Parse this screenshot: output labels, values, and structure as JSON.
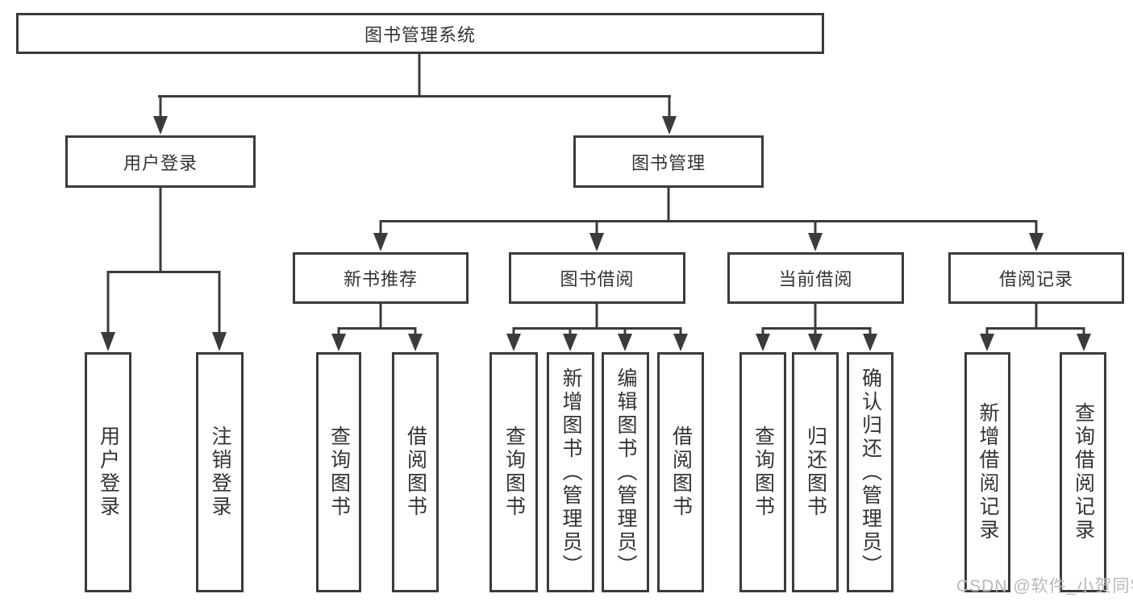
{
  "diagram_title": "图书管理系统",
  "colors": {
    "line": "#3b3b3b",
    "text": "#333333",
    "background": "#ffffff",
    "watermark": "#b9b9b9"
  },
  "tree": {
    "root": {
      "label": "图书管理系统"
    },
    "branches": [
      {
        "label": "用户登录",
        "leaves": [
          {
            "label": "用户登录"
          },
          {
            "label": "注销登录"
          }
        ]
      },
      {
        "label": "图书管理",
        "sections": [
          {
            "label": "新书推荐",
            "leaves": [
              {
                "label": "查询图书"
              },
              {
                "label": "借阅图书"
              }
            ]
          },
          {
            "label": "图书借阅",
            "leaves": [
              {
                "label": "查询图书"
              },
              {
                "label": "新增图书（管理员）"
              },
              {
                "label": "编辑图书（管理员）"
              },
              {
                "label": "借阅图书"
              }
            ]
          },
          {
            "label": "当前借阅",
            "leaves": [
              {
                "label": "查询图书"
              },
              {
                "label": "归还图书"
              },
              {
                "label": "确认归还（管理员）"
              }
            ]
          },
          {
            "label": "借阅记录",
            "leaves": [
              {
                "label": "新增借阅记录"
              },
              {
                "label": "查询借阅记录"
              }
            ]
          }
        ]
      }
    ]
  },
  "watermark": {
    "text": "CSDN @软件_小贺同学"
  }
}
